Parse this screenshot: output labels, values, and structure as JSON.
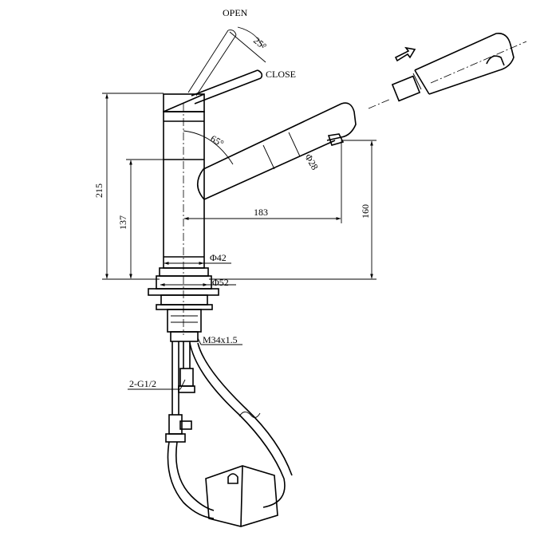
{
  "labels": {
    "open": "OPEN",
    "close": "CLOSE",
    "angle_lever": "25°",
    "angle_spout": "65°",
    "dia_spout": "Φ28",
    "dim_height_total": "215",
    "dim_height_spout": "137",
    "dim_reach": "183",
    "dim_outlet_height": "160",
    "dia_body": "Φ42",
    "dia_base": "Φ52",
    "thread": "M34x1.5",
    "hose_connection": "2-G1/2"
  }
}
